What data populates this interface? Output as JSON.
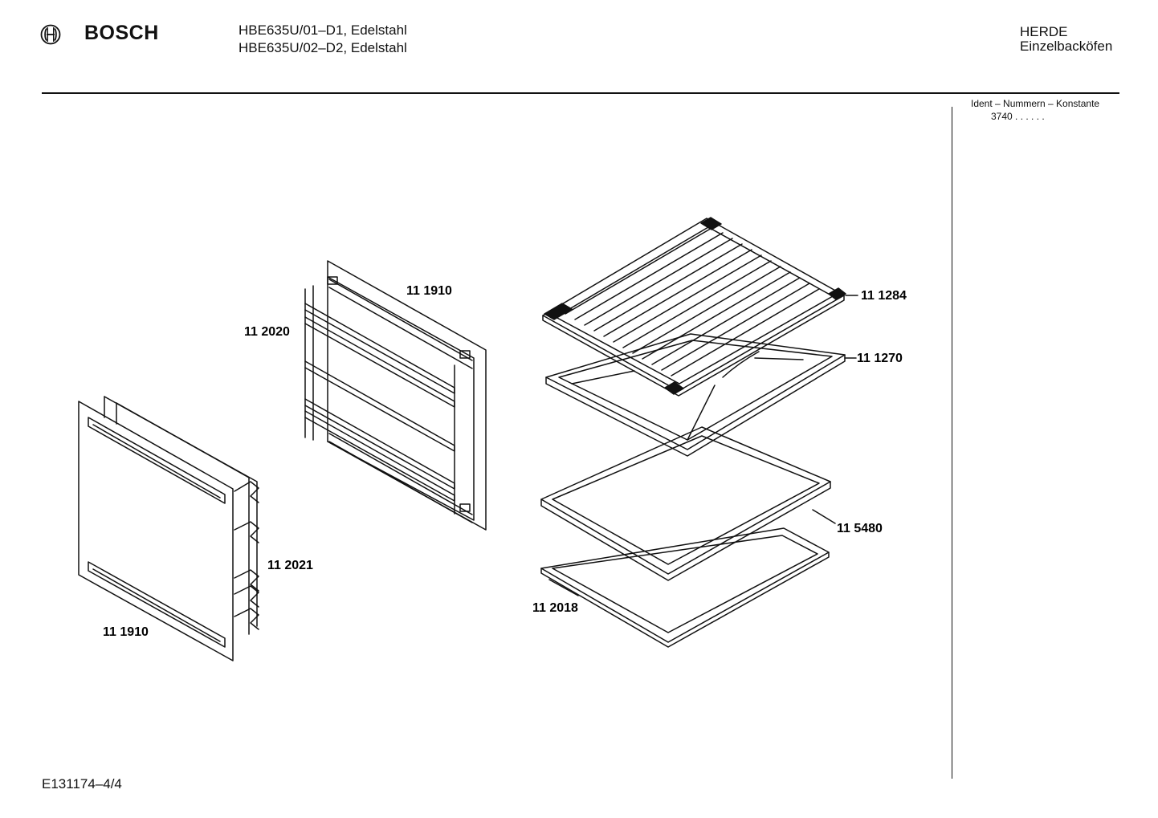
{
  "header": {
    "brand": "BOSCH",
    "models": [
      "HBE635U/01–D1, Edelstahl",
      "HBE635U/02–D2, Edelstahl"
    ],
    "category": "HERDE",
    "subcategory": "Einzelbacköfen"
  },
  "ident": {
    "label": "Ident – Nummern – Konstante",
    "code": "3740 . .  . . . ."
  },
  "parts": {
    "grill_rack": "11 1284",
    "drip_tray": "11 1270",
    "baking_tray": "11 5480",
    "tray_frame": "11 2018",
    "rear_rail_frame": "11 1910",
    "rear_rack_rails": "11 2020",
    "side_rails": "11 2021",
    "front_rail_frame": "11 1910"
  },
  "footer": {
    "doc_ref": "E131174–4/4"
  }
}
